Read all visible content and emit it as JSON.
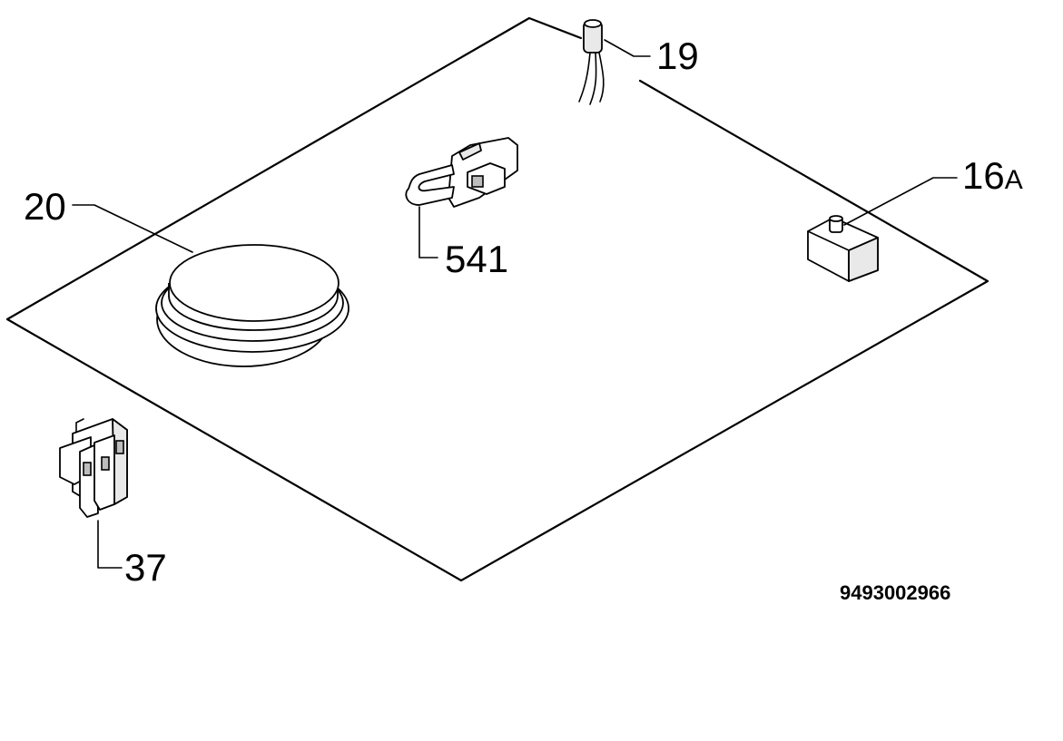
{
  "labels": {
    "part_19": "19",
    "part_16a_main": "16",
    "part_16a_suffix": "A",
    "part_20": "20",
    "part_541": "541",
    "part_37": "37"
  },
  "document_number": "9493002966",
  "colors": {
    "line": "#000000",
    "background": "#ffffff",
    "shade": "#e9e9e9"
  }
}
